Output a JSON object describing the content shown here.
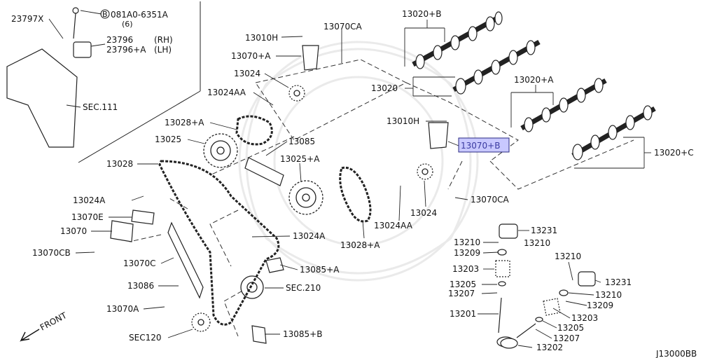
{
  "diagram": {
    "code": "J13000BB",
    "front_label": "FRONT",
    "labels": {
      "p23797x": "23797X",
      "bolt_code": "081A0-6351A",
      "bolt_circle": "B",
      "bolt_qty": "(6)",
      "p23796": "23796",
      "p23796_rh": "(RH)",
      "p23796a": "23796+A",
      "p23796a_lh": "(LH)",
      "sec111": "SEC.111",
      "p13010h_top": "13010H",
      "p13070ca_top": "13070CA",
      "p13070a_plus": "13070+A",
      "p13024_top": "13024",
      "p13024aa_top": "13024AA",
      "p13028a_top": "13028+A",
      "p13025": "13025",
      "p13028": "13028",
      "p13024a_left": "13024A",
      "p13070e": "13070E",
      "p13070": "13070",
      "p13070cb": "13070CB",
      "p13070c": "13070C",
      "p13086": "13086",
      "p13070a": "13070A",
      "sec120": "SEC120",
      "p13085": "13085",
      "p13025a": "13025+A",
      "p13024a_mid": "13024A",
      "p13085a": "13085+A",
      "sec210": "SEC.210",
      "p13085b": "13085+B",
      "p13028a_mid": "13028+A",
      "p13024aa_mid": "13024AA",
      "p13024_mid": "13024",
      "p13070ca_mid": "13070CA",
      "p13010h_mid": "13010H",
      "p13070b": "13070+B",
      "p13020b": "13020+B",
      "p13020": "13020",
      "p13020a": "13020+A",
      "p13020c": "13020+C",
      "p13231_l": "13231",
      "p13210_l": "13210",
      "p13209_l": "13209",
      "p13203_l": "13203",
      "p13205_l": "13205",
      "p13207_l": "13207",
      "p13201": "13201",
      "p13210_r_top": "13210",
      "p13231_r": "13231",
      "p13210_r": "13210",
      "p13209_r": "13209",
      "p13203_r": "13203",
      "p13205_r": "13205",
      "p13207_r": "13207",
      "p13202": "13202"
    },
    "highlighted_part": "13070+B"
  }
}
